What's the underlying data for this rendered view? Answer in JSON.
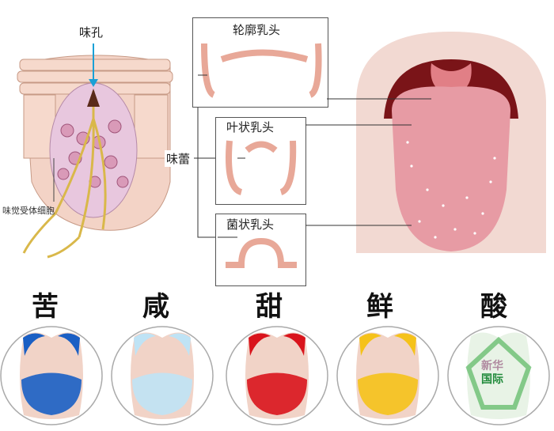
{
  "labels": {
    "taste_pore": "味孔",
    "taste_bud": "味蕾",
    "receptor_cell": "味觉受体细胞",
    "circumvallate": "轮廓乳头",
    "foliate": "叶状乳头",
    "fungiform": "菌状乳头"
  },
  "tastes": [
    {
      "name": "苦",
      "color": "#1a5fc4"
    },
    {
      "name": "咸",
      "color": "#bfe3f5"
    },
    {
      "name": "甜",
      "color": "#d9141c"
    },
    {
      "name": "鲜",
      "color": "#f5c21a"
    },
    {
      "name": "酸",
      "color": "#3fae4a"
    }
  ],
  "watermark": {
    "line1": "新华",
    "line2": "国际"
  }
}
